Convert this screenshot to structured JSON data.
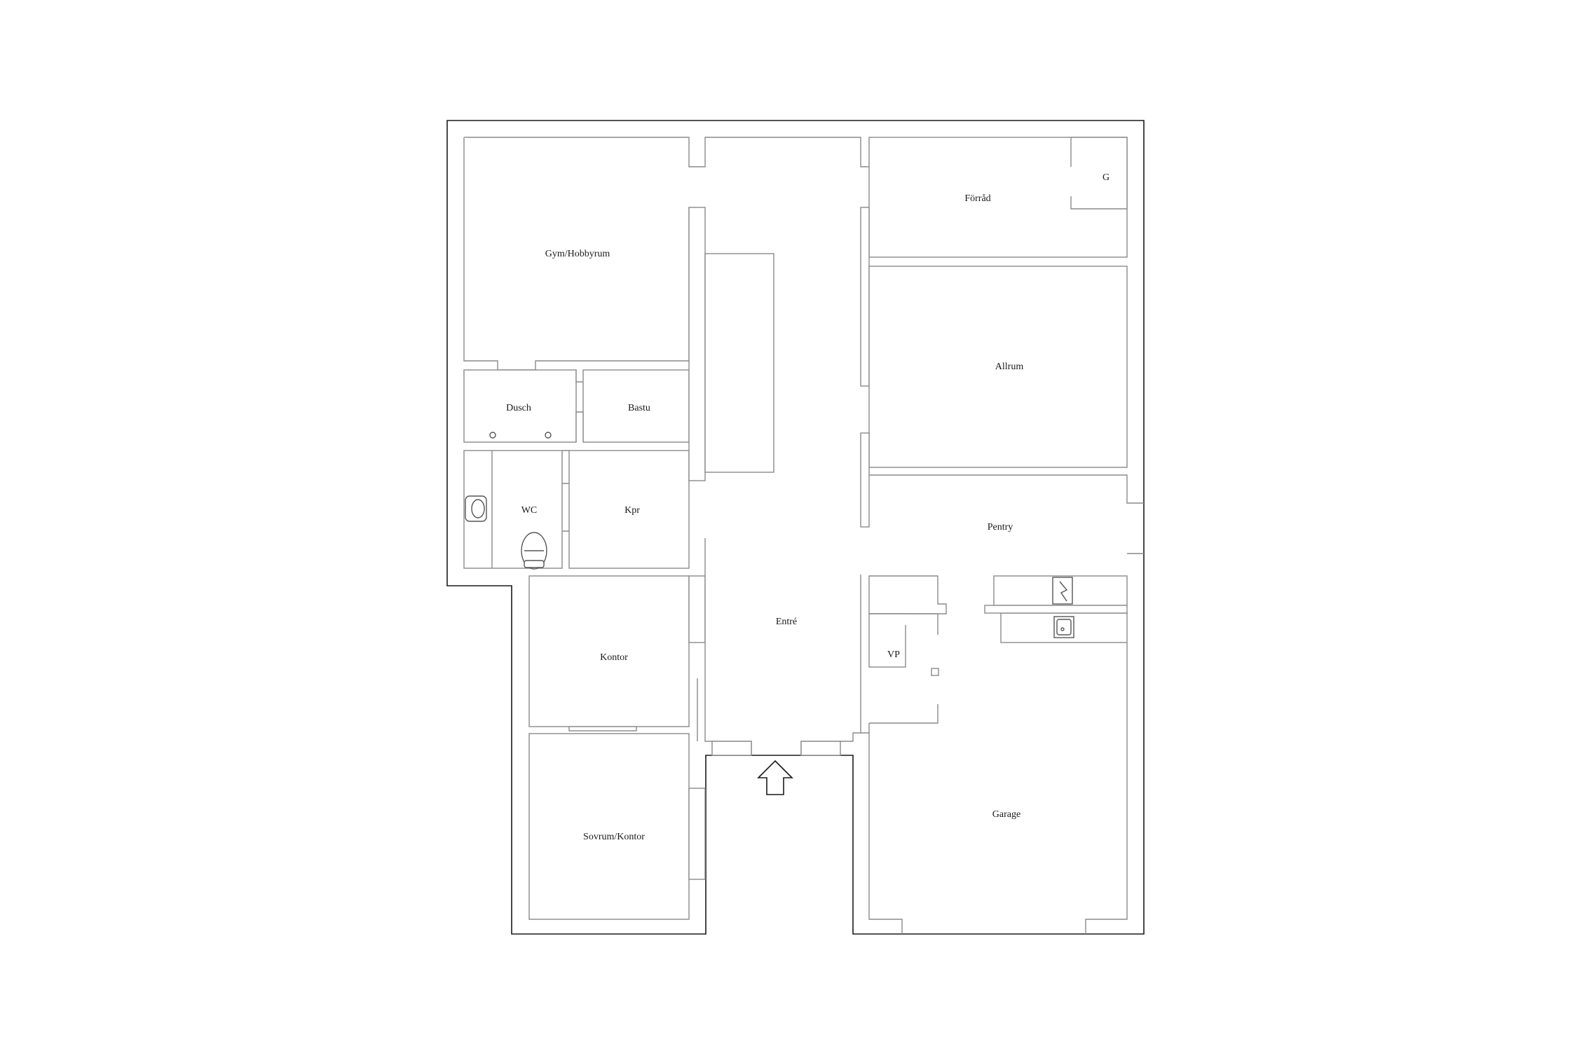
{
  "rooms": {
    "gym": "Gym/Hobbyrum",
    "dusch": "Dusch",
    "bastu": "Bastu",
    "wc": "WC",
    "kpr": "Kpr",
    "kontor": "Kontor",
    "sovrum": "Sovrum/Kontor",
    "entre": "Entré",
    "forrad": "Förråd",
    "g": "G",
    "allrum": "Allrum",
    "pentry": "Pentry",
    "vp": "VP",
    "garage": "Garage"
  },
  "icons": {
    "entrance": "entrance-arrow-icon",
    "toilet": "toilet-icon",
    "sink": "sink-icon",
    "stove": "stove-icon",
    "shower_head": "shower-head-icon"
  },
  "colors": {
    "wall": "#1a1a1a",
    "inner_wall": "#8a8a8a",
    "background": "#ffffff"
  }
}
